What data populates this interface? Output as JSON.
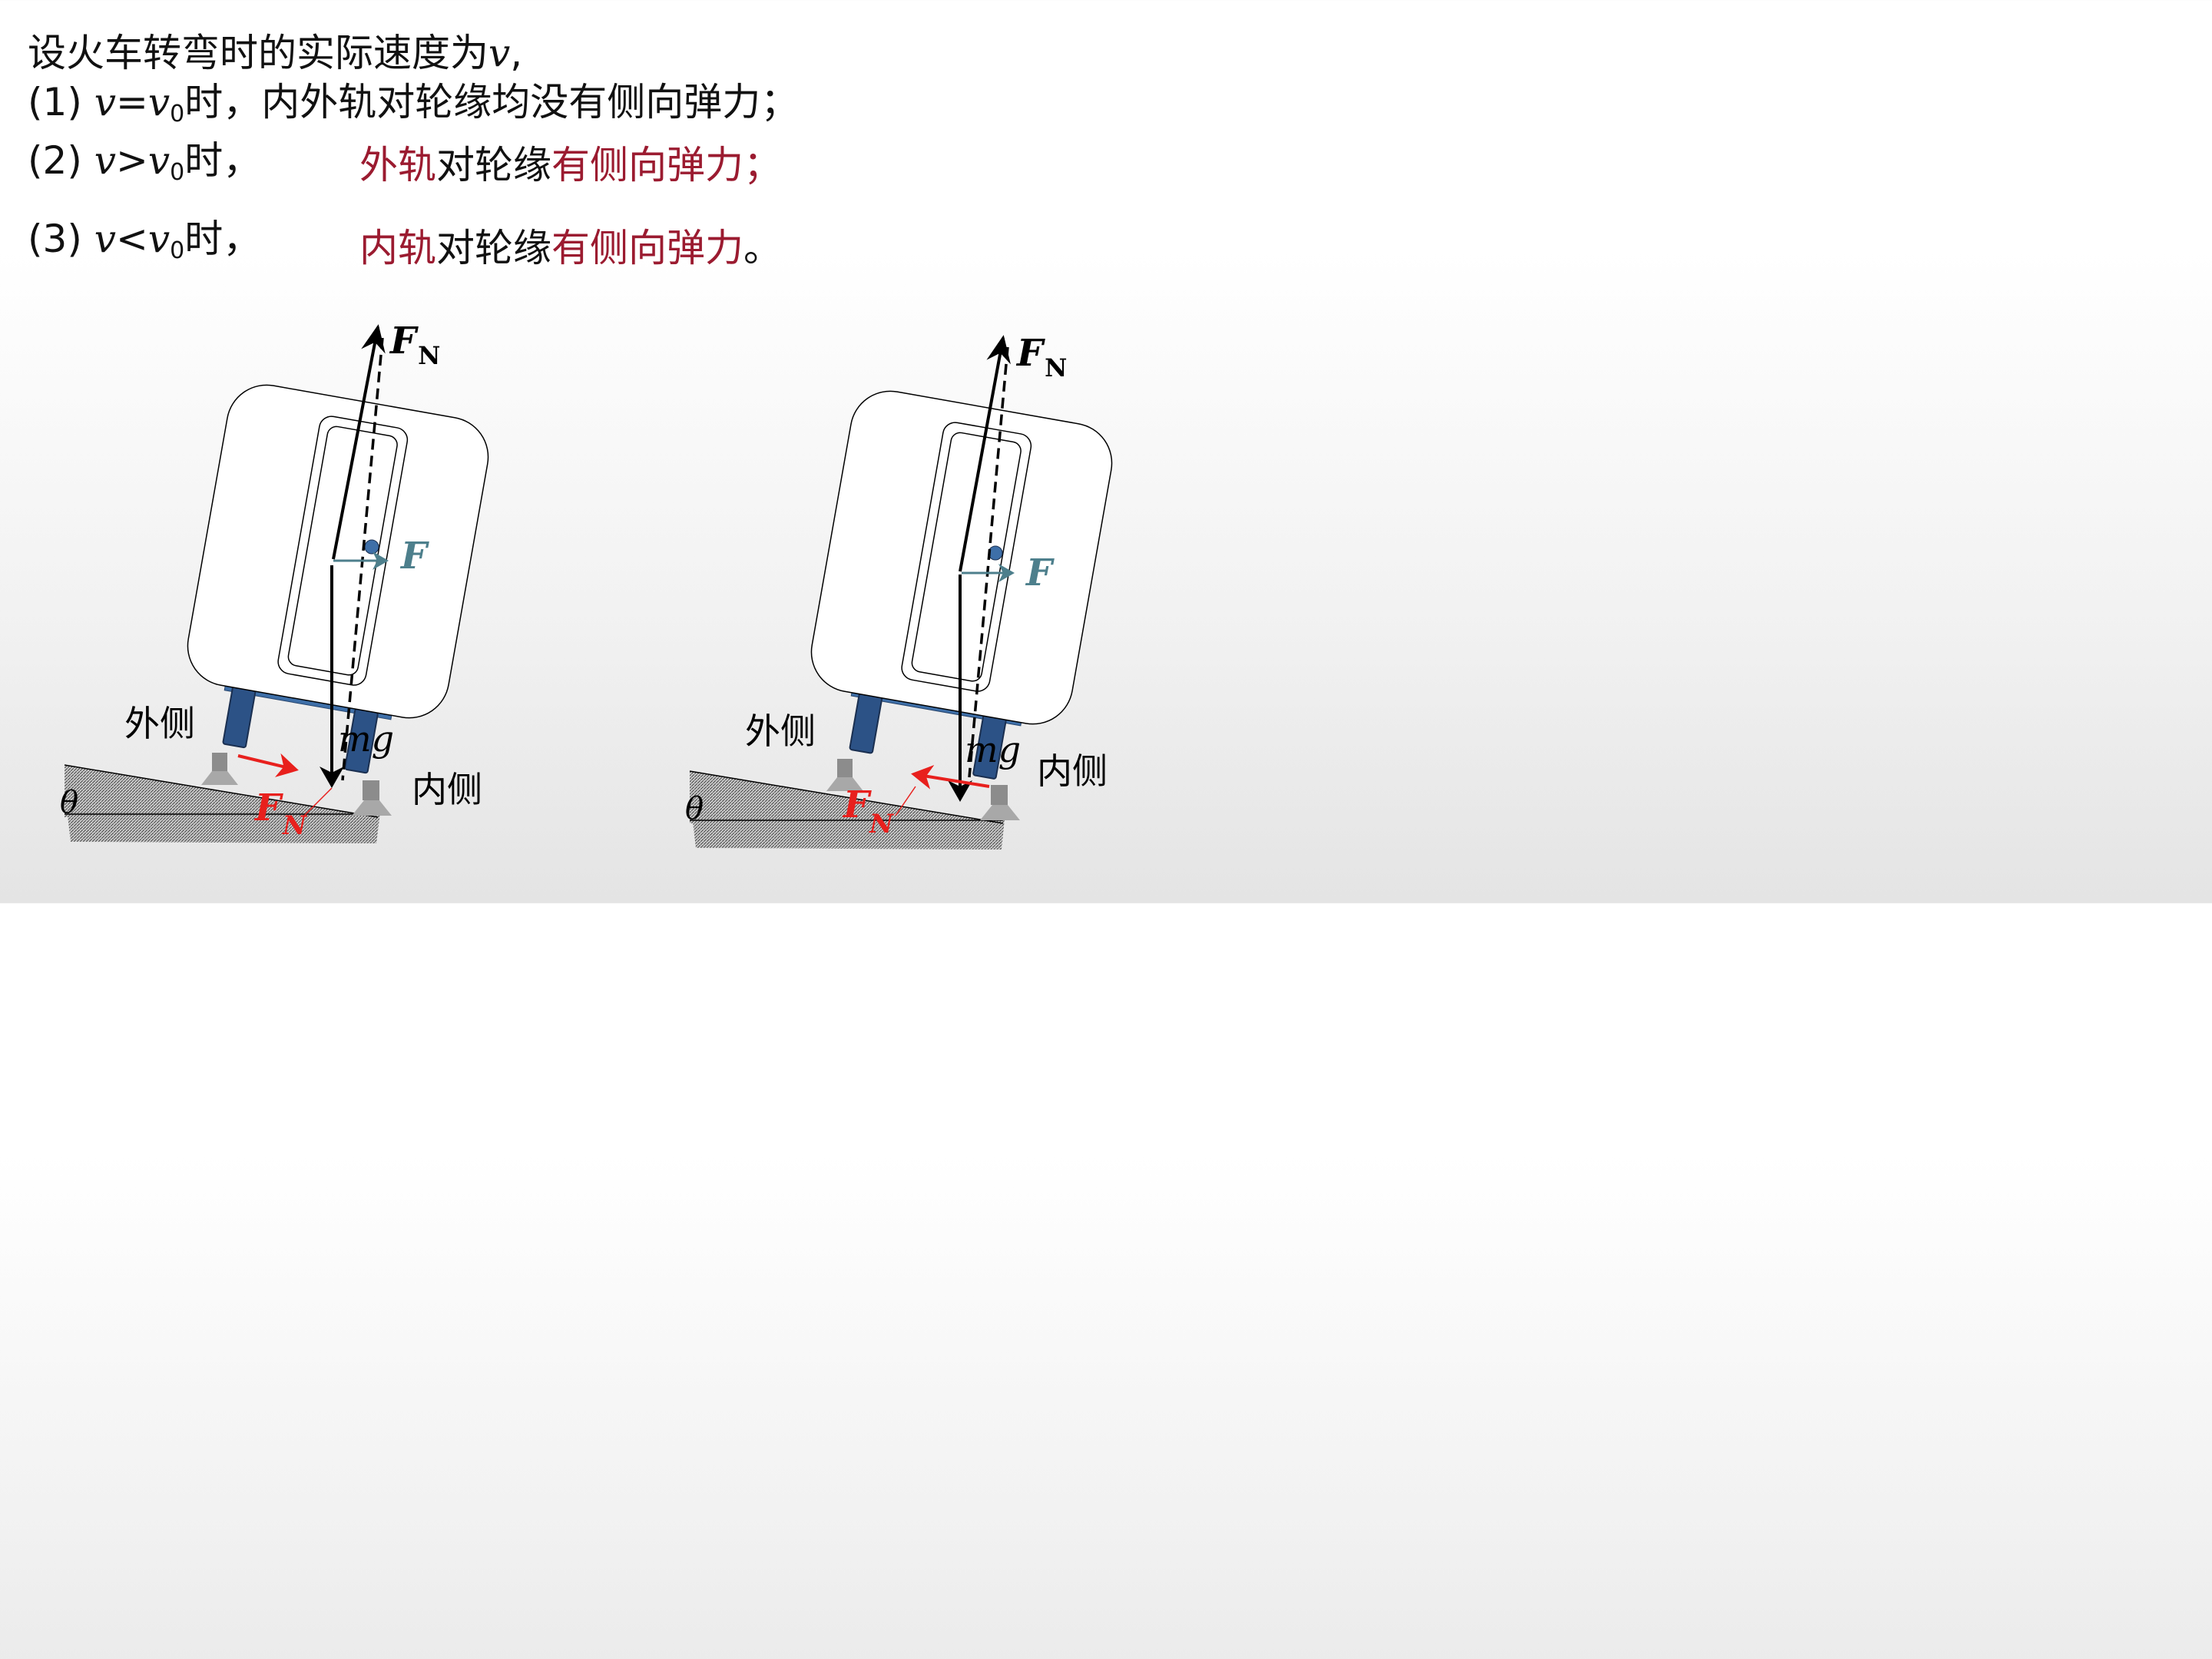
{
  "text": {
    "line0": "设火车转弯时的实际速度为",
    "v": "v",
    "comma": ",",
    "sub0": "0",
    "item1_prefix": "(1) ",
    "eq": "=",
    "item1_suffix": "时，内外轨对轮缘均没有侧向弹力；",
    "item2_prefix": "(2) ",
    "gt": ">",
    "item3_prefix": "(3) ",
    "lt": "<",
    "shi": "时，",
    "ans2_red1": "外轨",
    "ans2_mid": "对轮缘",
    "ans2_red2": "有侧向弹力",
    "ans2_end": "；",
    "ans3_red1": "内轨",
    "ans3_mid": "对轮缘",
    "ans3_red2": "有侧向弹力",
    "ans3_end": "。"
  },
  "diagram": {
    "F": "F",
    "N": "N",
    "mg": "mg",
    "outer": "外侧",
    "inner": "内侧",
    "theta": "θ"
  },
  "colors": {
    "answer_red": "#9b1b30",
    "bogie_blue": "#3e6fa8",
    "force_teal": "#4d7f8c",
    "force_red": "#e8201d"
  }
}
